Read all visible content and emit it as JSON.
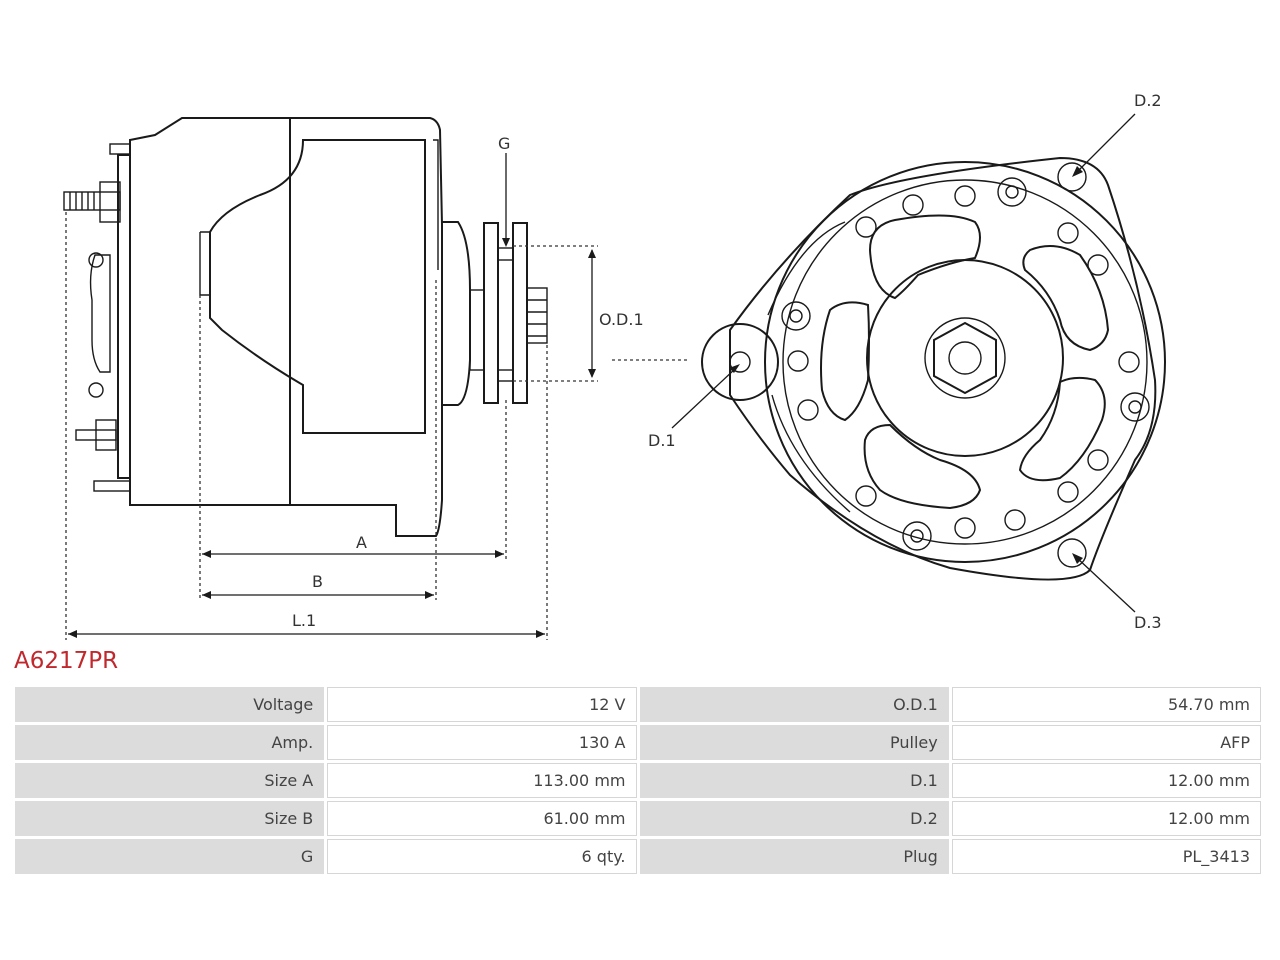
{
  "title": "A6217PR",
  "labels": {
    "g": "G",
    "od1": "O.D.1",
    "a": "A",
    "b": "B",
    "l1": "L.1",
    "d1": "D.1",
    "d2": "D.2",
    "d3": "D.3"
  },
  "specs": [
    {
      "k1": "Voltage",
      "v1": "12 V",
      "k2": "O.D.1",
      "v2": "54.70 mm"
    },
    {
      "k1": "Amp.",
      "v1": "130 A",
      "k2": "Pulley",
      "v2": "AFP"
    },
    {
      "k1": "Size A",
      "v1": "113.00 mm",
      "k2": "D.1",
      "v2": "12.00 mm"
    },
    {
      "k1": "Size B",
      "v1": "61.00 mm",
      "k2": "D.2",
      "v2": "12.00 mm"
    },
    {
      "k1": "G",
      "v1": "6 qty.",
      "k2": "Plug",
      "v2": "PL_3413"
    }
  ],
  "colors": {
    "title": "#c0282d",
    "key_cell": "#dcdcdc"
  }
}
